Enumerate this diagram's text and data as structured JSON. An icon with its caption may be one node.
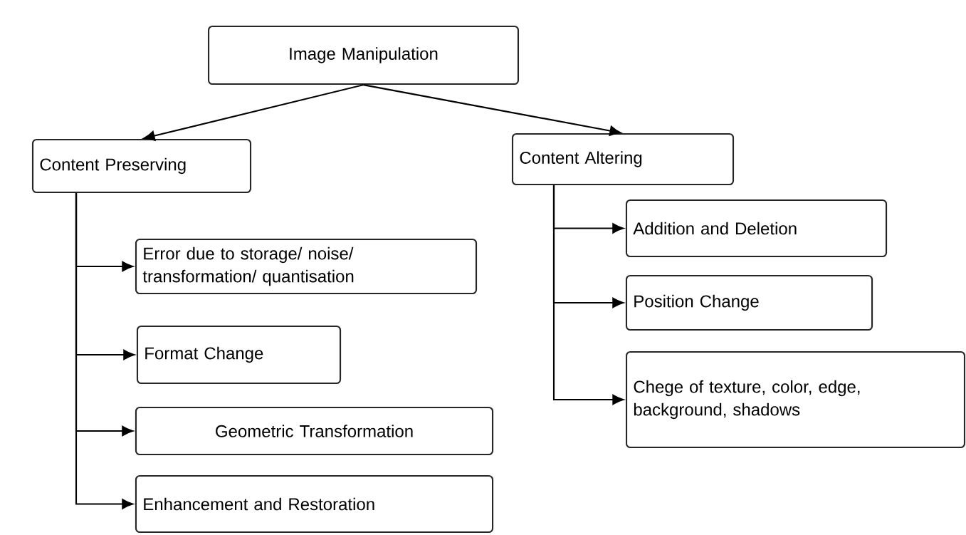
{
  "diagram": {
    "nodes": [
      {
        "text": [
          "Image Manipulation"
        ]
      },
      {
        "text": [
          "Content Preserving"
        ]
      },
      {
        "text": [
          "Content Altering"
        ]
      },
      {
        "text": [
          "Error due to storage/ noise/ transformation/ quantisation"
        ]
      },
      {
        "text": [
          "Format Change"
        ]
      },
      {
        "text": [
          "Geometric Transformation"
        ]
      },
      {
        "text": [
          "Enhancement and Restoration"
        ]
      },
      {
        "text": [
          "Addition and Deletion"
        ]
      },
      {
        "text": [
          "Position Change"
        ]
      },
      {
        "text": [
          "Chege of texture, color, edge, background, shadows"
        ]
      }
    ],
    "edges": [
      {
        "from": 0,
        "to": 1,
        "arrow": "to"
      },
      {
        "from": 0,
        "to": 2,
        "arrow": "to"
      },
      {
        "from": 1,
        "to": 3,
        "arrow": "to"
      },
      {
        "from": 1,
        "to": 4,
        "arrow": "to"
      },
      {
        "from": 1,
        "to": 5,
        "arrow": "to"
      },
      {
        "from": 1,
        "to": 6,
        "arrow": "to"
      },
      {
        "from": 2,
        "to": 7,
        "arrow": "to"
      },
      {
        "from": 2,
        "to": 8,
        "arrow": "to"
      },
      {
        "from": 2,
        "to": 9,
        "arrow": "to"
      }
    ]
  }
}
